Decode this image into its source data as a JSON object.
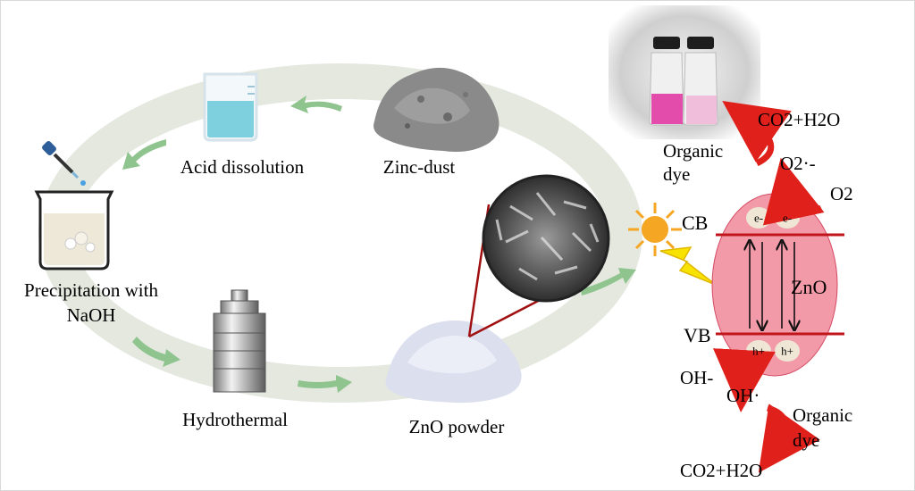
{
  "cycle": {
    "steps": {
      "zinc_dust": "Zinc-dust",
      "acid_dissolution": "Acid dissolution",
      "precipitation_line1": "Precipitation with",
      "precipitation_line2": "NaOH",
      "hydrothermal": "Hydrothermal",
      "zno_powder": "ZnO powder"
    }
  },
  "photocatalysis": {
    "cb_label": "CB",
    "vb_label": "VB",
    "zno_label": "ZnO",
    "electron": "e-",
    "hole": "h+",
    "top_products": "CO2+H2O",
    "top_organic_line1": "Organic",
    "top_organic_line2": "dye",
    "superoxide": "O2·-",
    "oxygen": "O2",
    "hydroxide": "OH-",
    "hydroxyl_radical": "OH·",
    "bottom_organic_line1": "Organic",
    "bottom_organic_line2": "dye",
    "bottom_products": "CO2+H2O"
  },
  "colors": {
    "cycle_ring": "#e4e8df",
    "cycle_arrow": "#8fc48f",
    "red_arrow": "#e0201b",
    "band_line": "#c0151b",
    "zno_fill": "#f39aa8",
    "sun": "#f5a623",
    "lightning": "#f7e200",
    "solution_pink": "#e23aa3"
  },
  "icons": [
    "beaker-icon",
    "dropper-icon",
    "precipitation-beaker-icon",
    "autoclave-icon",
    "sun-icon",
    "lightning-icon",
    "sample-vials-photo"
  ]
}
